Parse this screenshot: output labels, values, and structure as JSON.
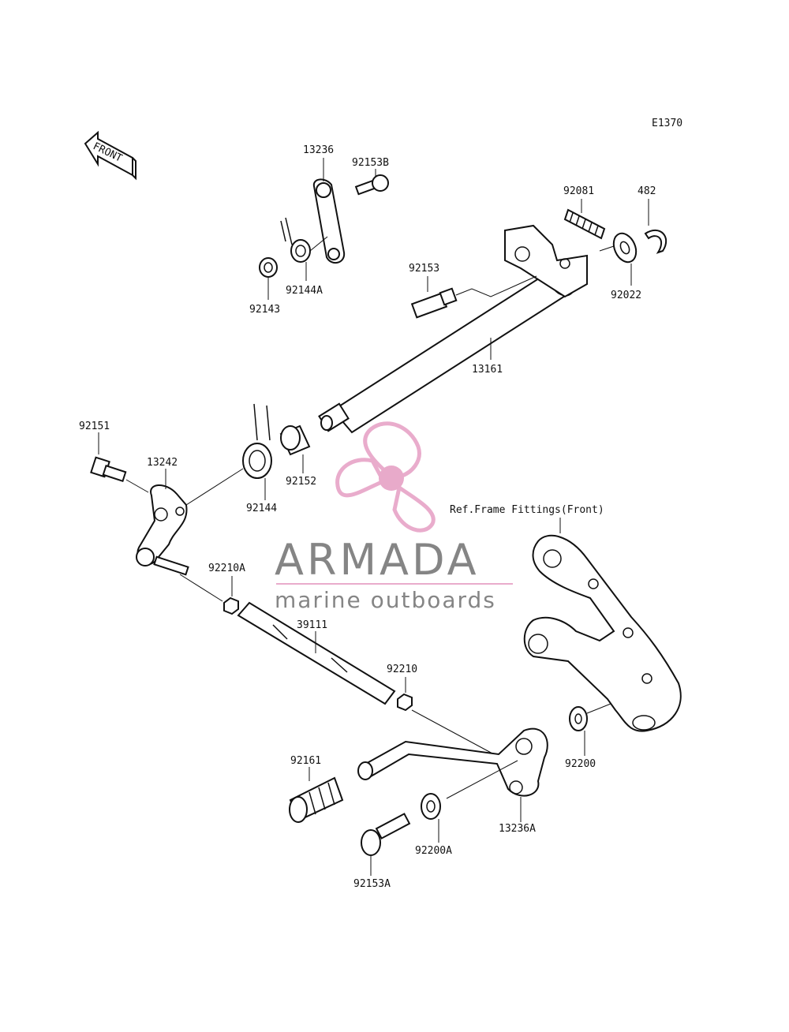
{
  "diagram_code": "E1370",
  "front_arrow_label": "FRONT",
  "ref_note": "Ref.Frame Fittings(Front)",
  "watermark": {
    "brand": "ARMADA",
    "tagline": "marine outboards",
    "logo_color": "#e8a6c8",
    "hub_color": "#e7a3c6",
    "text_color": "#7b7b7b"
  },
  "parts": [
    {
      "key": "p13236",
      "label": "13236"
    },
    {
      "key": "p92153B",
      "label": "92153B"
    },
    {
      "key": "p92143",
      "label": "92143"
    },
    {
      "key": "p92144A",
      "label": "92144A"
    },
    {
      "key": "p92081",
      "label": "92081"
    },
    {
      "key": "p482",
      "label": "482"
    },
    {
      "key": "p92022",
      "label": "92022"
    },
    {
      "key": "p92153",
      "label": "92153"
    },
    {
      "key": "p13161",
      "label": "13161"
    },
    {
      "key": "p92151",
      "label": "92151"
    },
    {
      "key": "p13242",
      "label": "13242"
    },
    {
      "key": "p92152",
      "label": "92152"
    },
    {
      "key": "p92144",
      "label": "92144"
    },
    {
      "key": "p92210A",
      "label": "92210A"
    },
    {
      "key": "p39111",
      "label": "39111"
    },
    {
      "key": "p92210",
      "label": "92210"
    },
    {
      "key": "p92161",
      "label": "92161"
    },
    {
      "key": "p92200",
      "label": "92200"
    },
    {
      "key": "p13236A",
      "label": "13236A"
    },
    {
      "key": "p92200A",
      "label": "92200A"
    },
    {
      "key": "p92153A",
      "label": "92153A"
    }
  ]
}
